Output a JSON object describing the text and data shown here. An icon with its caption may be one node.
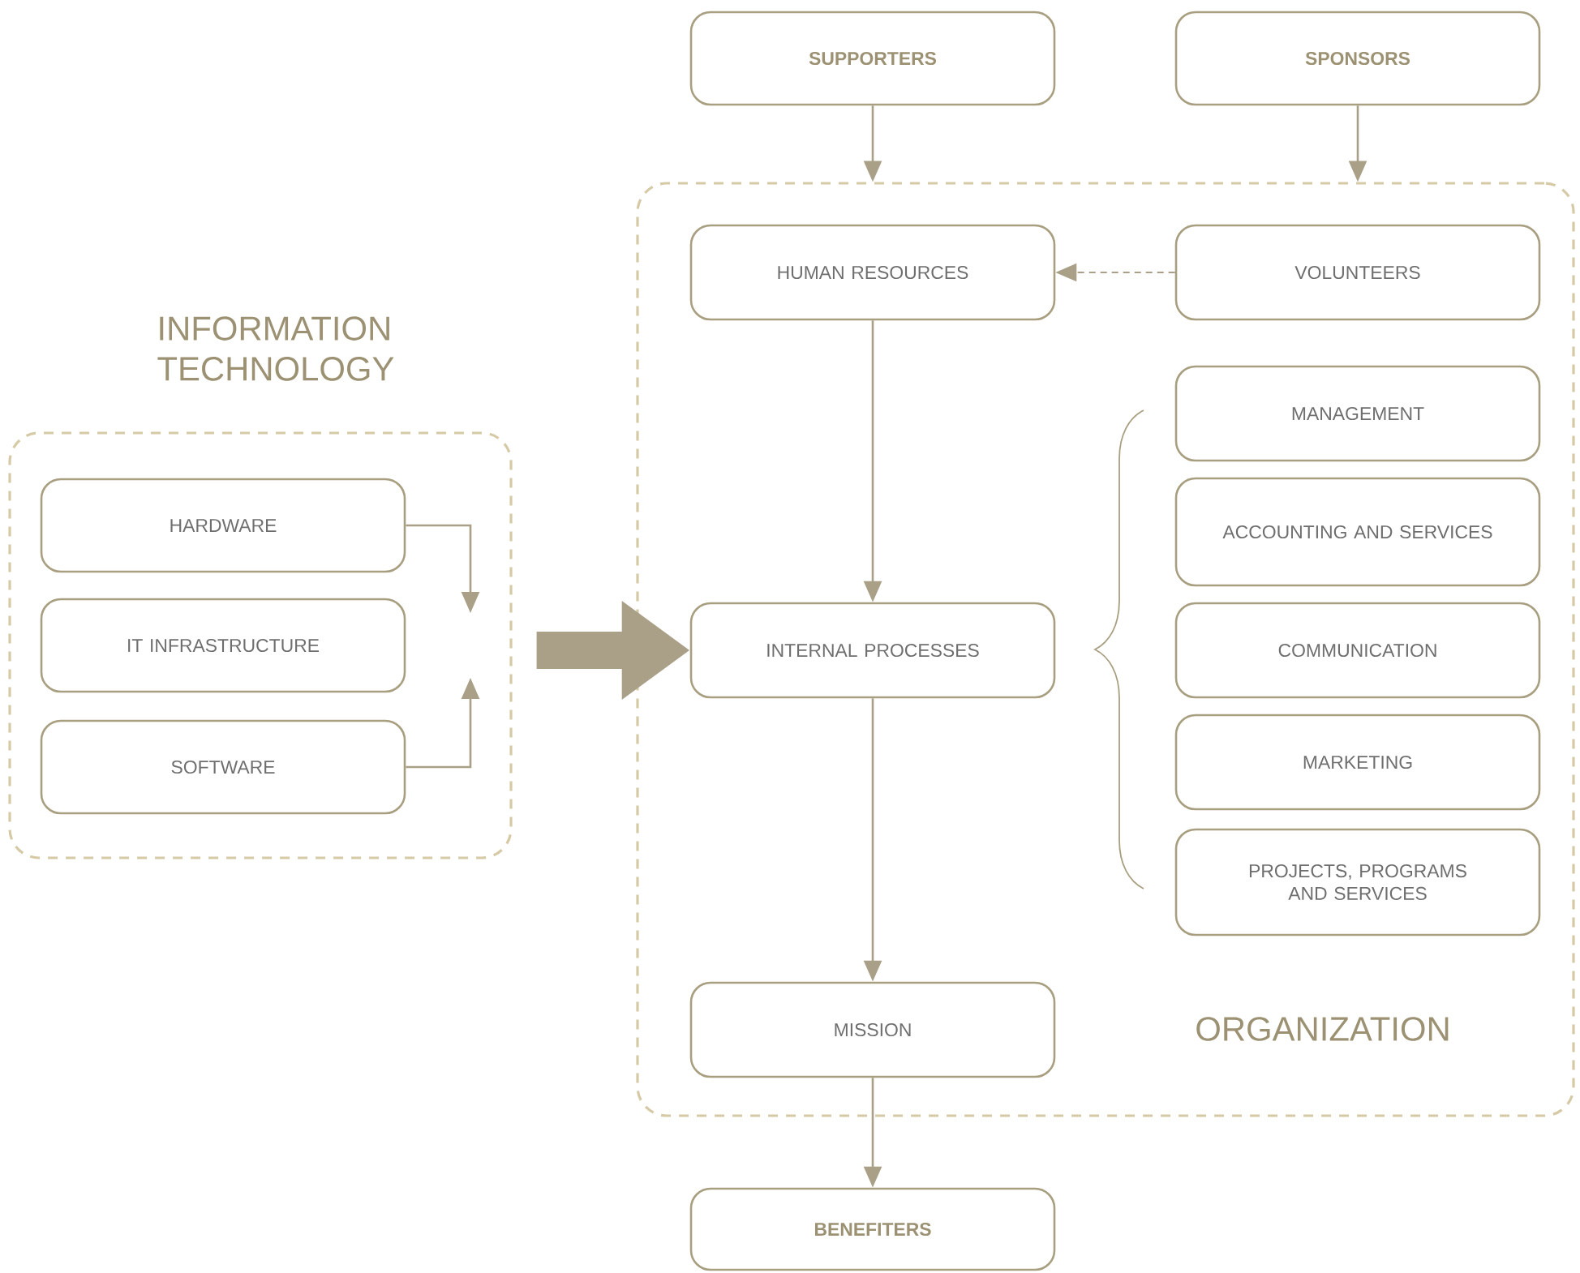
{
  "diagram": {
    "nodes": [
      {
        "text": [
          "SUPPORTERS"
        ]
      },
      {
        "text": [
          "SPONSORS"
        ]
      },
      {
        "text": [
          "INFORMATION TECHNOLOGY"
        ]
      },
      {
        "text": [
          "HARDWARE"
        ],
        "in": 2
      },
      {
        "text": [
          "IT INFRASTRUCTURE"
        ],
        "in": 2
      },
      {
        "text": [
          "SOFTWARE"
        ],
        "in": 2
      },
      {
        "text": [
          "ORGANIZATION"
        ]
      },
      {
        "text": [
          "HUMAN RESOURCES"
        ],
        "in": 6
      },
      {
        "text": [
          "VOLUNTEERS"
        ],
        "in": 6
      },
      {
        "text": [
          "MANAGEMENT"
        ],
        "in": 6
      },
      {
        "text": [
          "ACCOUNTING AND SERVICES"
        ],
        "in": 6
      },
      {
        "text": [
          "INTERNAL PROCESSES"
        ],
        "in": 6
      },
      {
        "text": [
          "COMMUNICATION"
        ],
        "in": 6
      },
      {
        "text": [
          "MARKETING"
        ],
        "in": 6
      },
      {
        "text": [
          "PROJECTS, PROGRAMS AND SERVICES"
        ],
        "in": 6
      },
      {
        "text": [
          "MISSION"
        ],
        "in": 6
      },
      {
        "text": [
          "BENEFITERS"
        ]
      }
    ],
    "edges": [
      {
        "from": 0,
        "to": 6,
        "arrow": "to"
      },
      {
        "from": 1,
        "to": 6,
        "arrow": "to"
      },
      {
        "from": 8,
        "to": 7,
        "arrow": "to",
        "style": "dashed"
      },
      {
        "from": 3,
        "to": null,
        "arrow": "to"
      },
      {
        "from": 5,
        "to": null,
        "arrow": "to"
      },
      {
        "from": 2,
        "to": 11,
        "arrow": "to",
        "style": "thick"
      },
      {
        "from": 7,
        "to": 11,
        "arrow": "to"
      },
      {
        "from": 11,
        "to": 15,
        "arrow": "to"
      },
      {
        "from": 15,
        "to": 16,
        "arrow": "to"
      }
    ]
  }
}
